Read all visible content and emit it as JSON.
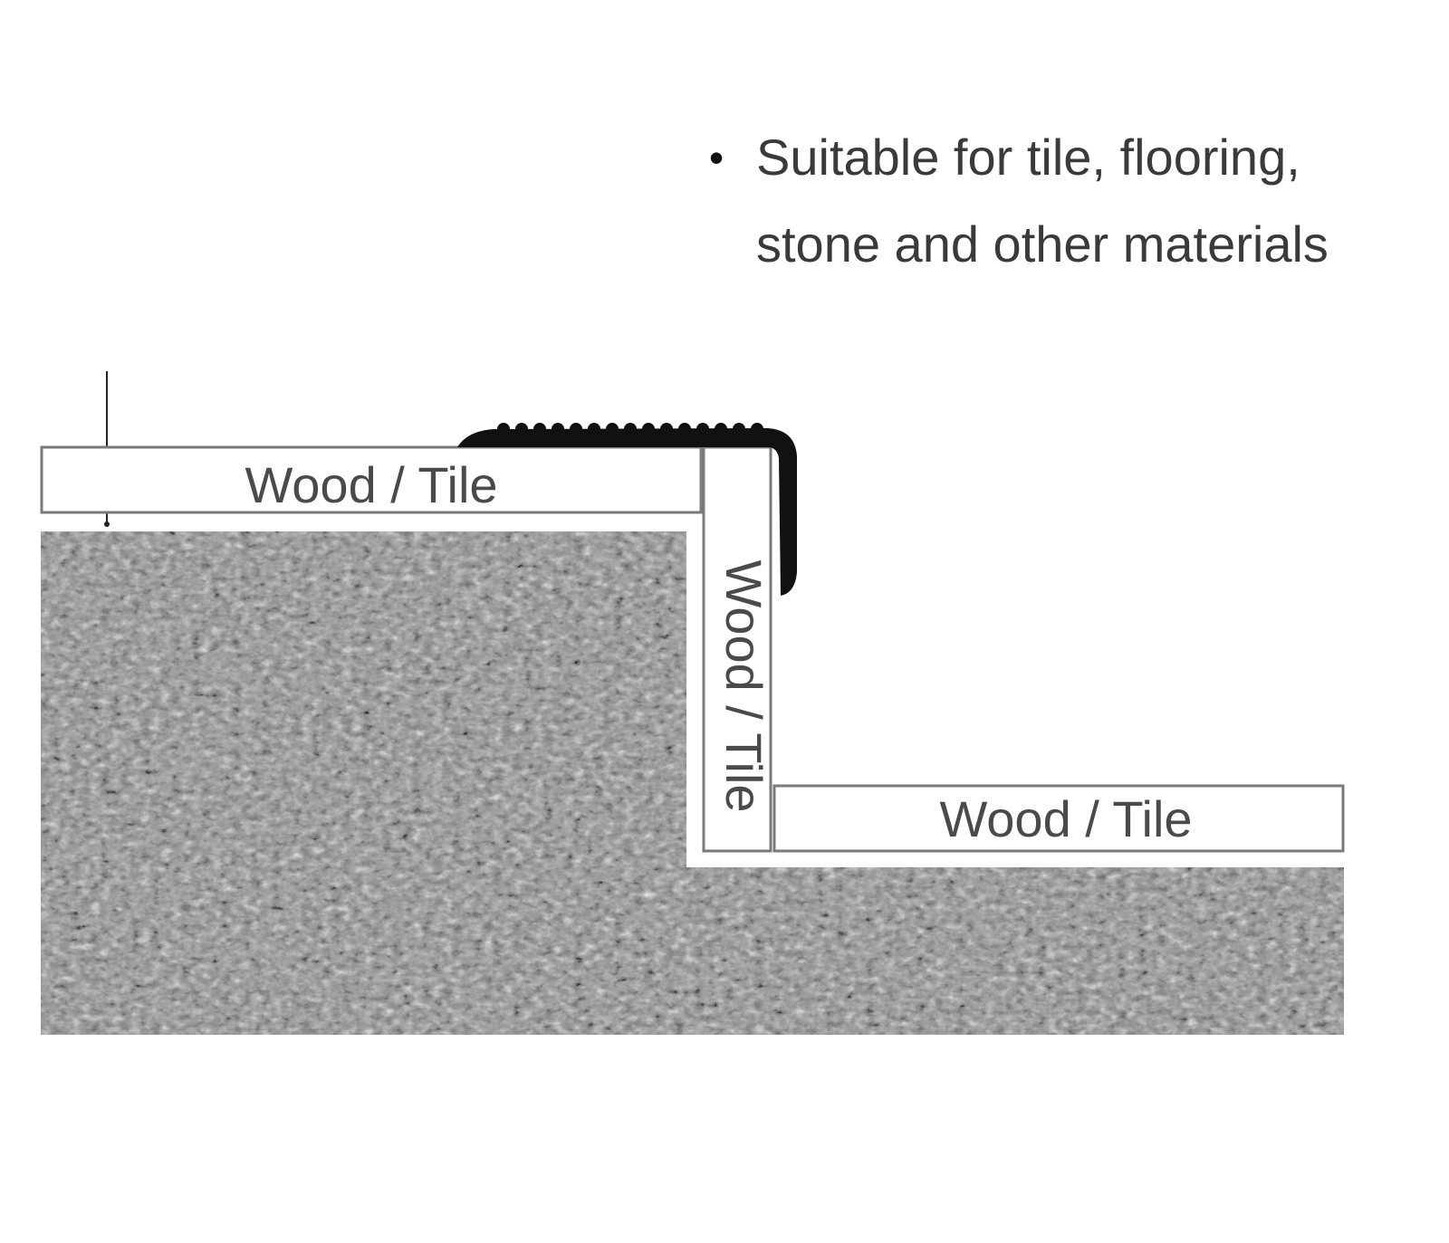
{
  "caption": {
    "bullet": "•",
    "line1": "Suitable for tile, flooring,",
    "line2": "stone and other materials"
  },
  "boards": {
    "upper": "Wood / Tile",
    "riser": "Wood / Tile",
    "lower": "Wood / Tile"
  },
  "colors": {
    "substrate": "#8c8c8c",
    "board_fill": "#ffffff",
    "board_stroke": "#7a7a7a",
    "trim": "#111111",
    "text": "#3a3a3a"
  }
}
